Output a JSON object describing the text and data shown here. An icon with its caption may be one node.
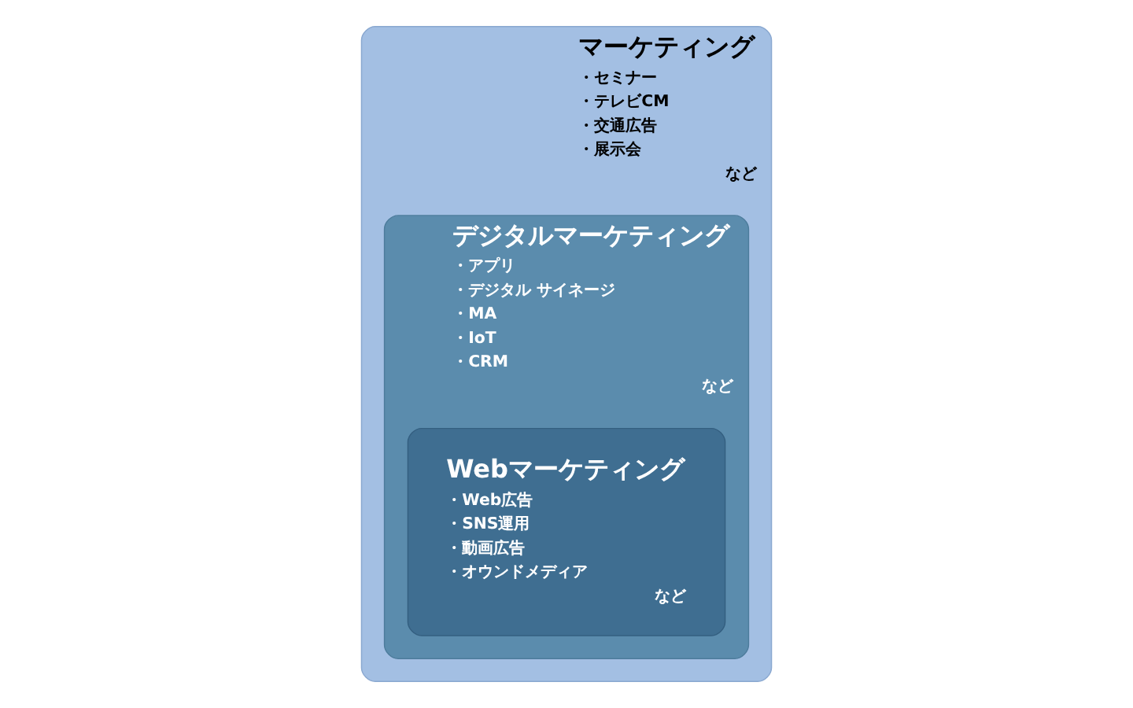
{
  "diagram": {
    "nodes": [
      {
        "text": [
          "マーケティング",
          "・セミナー",
          "・テレビCM",
          "・交通広告",
          "・展示会",
          "など"
        ]
      },
      {
        "text": [
          "デジタルマーケティング",
          "・アプリ",
          "・デジタル サイネージ",
          "・MA",
          "・IoT",
          "・CRM",
          "など"
        ],
        "in": 0
      },
      {
        "text": [
          "Webマーケティング",
          "・Web広告",
          "・SNS運用",
          "・動画広告",
          "・オウンドメディア",
          "など"
        ],
        "in": 1
      }
    ],
    "edges": []
  }
}
